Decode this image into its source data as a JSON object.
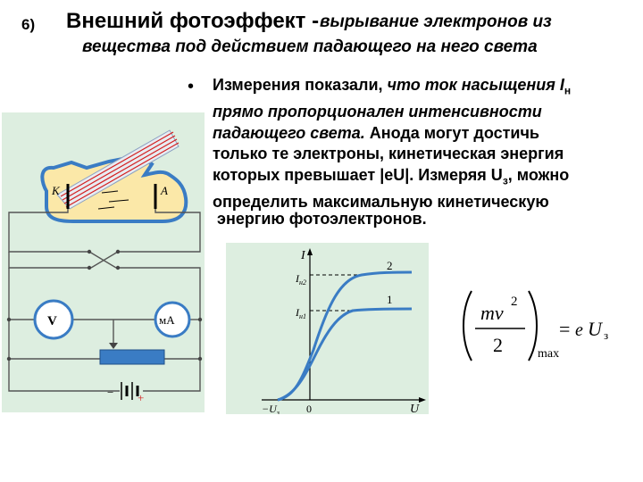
{
  "slide": {
    "number": "6)",
    "title_main": "Внешний фотоэффект -",
    "title_rest": "вырывание электронов из",
    "title_line2": "вещества под действием падающего на него света"
  },
  "bullet": {
    "symbol": "•",
    "p1": "Измерения показали, ",
    "p1_it": "что ток насыщения I",
    "p1_sub": "н",
    "p2": "прямо пропорционален интенсивности",
    "p3": "падающего света.",
    "p3b": " Анода могут достичь",
    "p4": "только те электроны, кинетическая энергия",
    "p5a": "которых превышает |eU|.  Измеряя U",
    "p5_sub": "з",
    "p5b": ", можно",
    "p6": "определить максимальную кинетическую",
    "p7": "энергию фотоэлектронов."
  },
  "circuit": {
    "cathode_label": "K",
    "anode_label": "A",
    "voltmeter_label": "V",
    "ammeter_label": "мА",
    "minus": "−",
    "plus": "+"
  },
  "graph": {
    "y_axis": "I",
    "x_axis": "U",
    "origin": "0",
    "x_neg_label": "−U",
    "x_neg_sub": "з",
    "i_n2": "I",
    "i_n2_sub": "н2",
    "i_n1": "I",
    "i_n1_sub": "н1",
    "curve2_label": "2",
    "curve1_label": "1"
  },
  "formula": {
    "numerator": "mv",
    "power": "2",
    "denominator": "2",
    "max": "max",
    "equals": "=",
    "e": "e",
    "U": "U",
    "sub": "з"
  },
  "colors": {
    "panel": "#ddeee0",
    "curve": "#3a7cc4",
    "ray": "#d42020",
    "tube": "#fbe8a8"
  }
}
